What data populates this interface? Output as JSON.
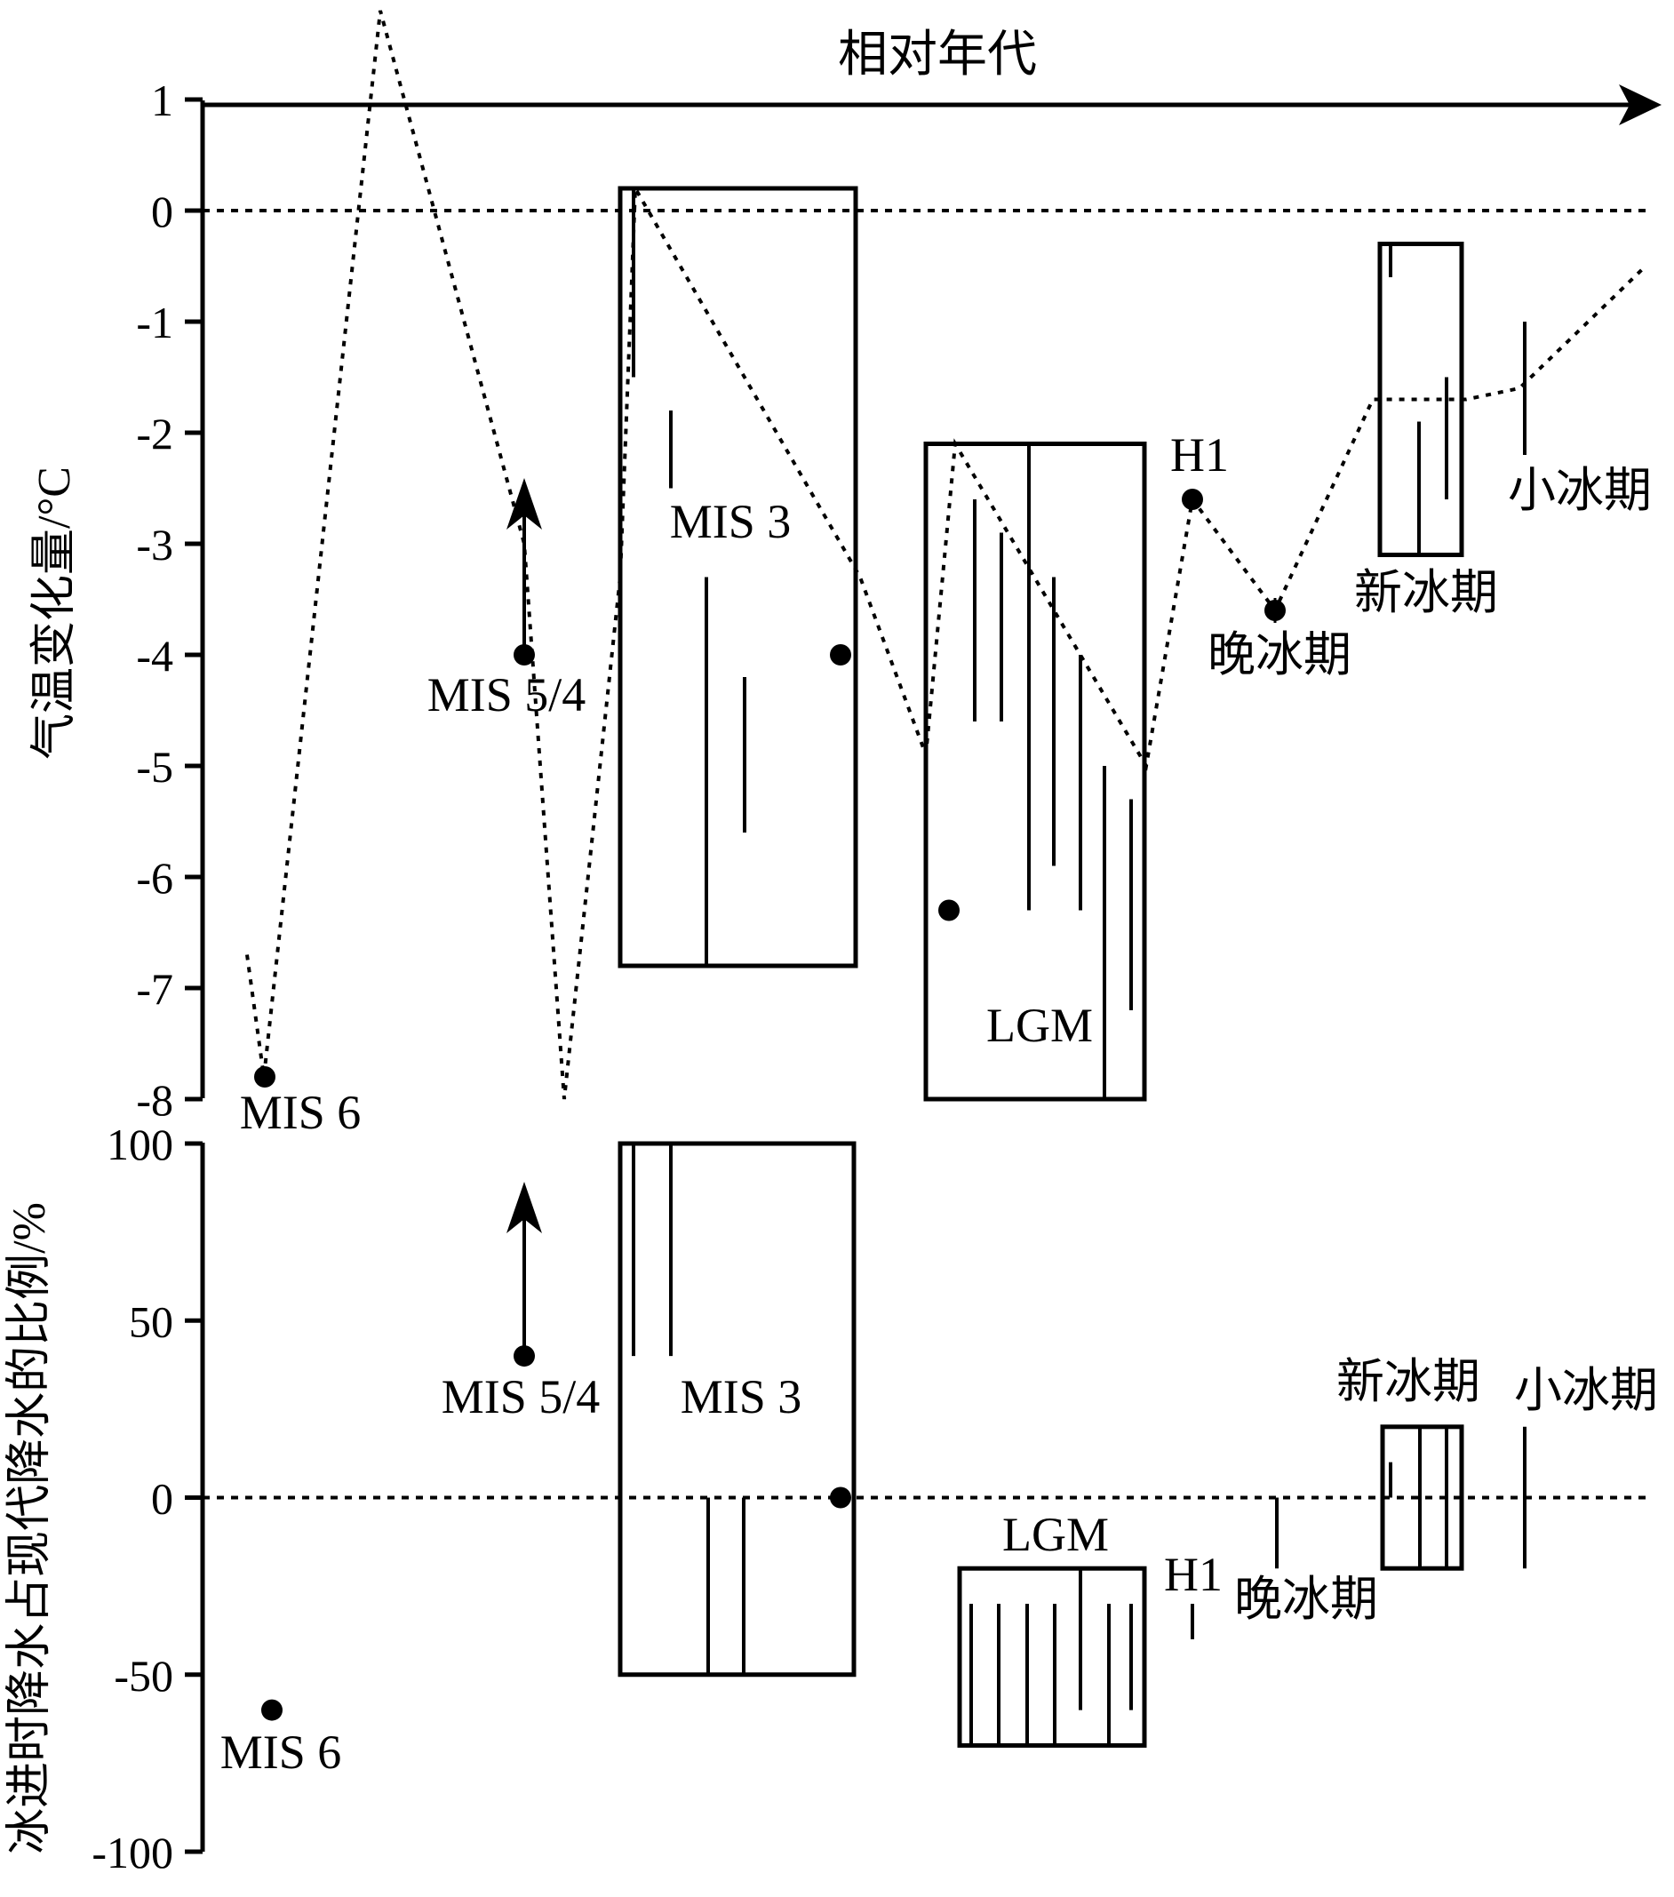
{
  "chart_data": [
    {
      "type": "range",
      "title": "相对年代",
      "xlabel": "相对年代",
      "ylabel": "气温变化量/°C",
      "ylim": [
        -8,
        1
      ],
      "yticks": [
        "1",
        "0",
        "-1",
        "-2",
        "-3",
        "-4",
        "-5",
        "-6",
        "-7",
        "-8"
      ],
      "reference_line": 0,
      "periods": [
        {
          "name": "MIS 6",
          "points": [
            -7.8
          ]
        },
        {
          "name": "MIS 5/4",
          "points": [
            -4
          ],
          "note": "arrow pointing up"
        },
        {
          "name": "MIS 3",
          "range": [
            -6.8,
            0.2
          ],
          "estimates": [
            [
              -1.5,
              0.2
            ],
            [
              -2.5,
              -1.8
            ],
            [
              -6.8,
              -3.3
            ],
            [
              -5.6,
              -4.2
            ]
          ],
          "points": [
            -4
          ]
        },
        {
          "name": "LGM",
          "range": [
            -8,
            -2.1
          ],
          "estimates": [
            [
              -4.6,
              -2.6
            ],
            [
              -4.6,
              -2.9
            ],
            [
              -6.3,
              -2.1
            ],
            [
              -5.9,
              -3.3
            ],
            [
              -6.3,
              -4.0
            ],
            [
              -8,
              -5.0
            ],
            [
              -7.2,
              -5.3
            ]
          ],
          "points": [
            -6.3
          ]
        },
        {
          "name": "H1",
          "points": [
            -2.6
          ]
        },
        {
          "name": "晚冰期",
          "points": [
            -3.6
          ]
        },
        {
          "name": "新冰期",
          "range": [
            -3.1,
            -0.3
          ],
          "estimates": [
            [
              -0.6,
              -0.3
            ],
            [
              -3.1,
              -1.9
            ],
            [
              -2.6,
              -1.5
            ]
          ]
        },
        {
          "name": "小冰期",
          "estimates": [
            [
              -2.2,
              -1.0
            ]
          ]
        }
      ],
      "dotted_curve": [
        -6.7,
        -7.8,
        1.8,
        -3.0,
        -8.0,
        -3.3,
        0.2,
        -3.3,
        -4.9,
        -2.1,
        -5.0,
        -2.6,
        -3.6,
        -1.7,
        -1.7,
        -1.6,
        -0.5
      ]
    },
    {
      "type": "range",
      "ylabel": "冰进时降水占现代降水的比例/%",
      "ylim": [
        -100,
        100
      ],
      "yticks": [
        "100",
        "50",
        "0",
        "-50",
        "-100"
      ],
      "reference_line": 0,
      "periods": [
        {
          "name": "MIS 6",
          "points": [
            -60
          ]
        },
        {
          "name": "MIS 5/4",
          "points": [
            40
          ],
          "note": "arrow pointing up"
        },
        {
          "name": "MIS 3",
          "range": [
            -50,
            100
          ],
          "estimates": [
            [
              40,
              100
            ],
            [
              40,
              100
            ],
            [
              -50,
              0
            ],
            [
              -50,
              0
            ]
          ],
          "points": [
            0
          ]
        },
        {
          "name": "LGM",
          "range": [
            -70,
            -20
          ],
          "estimates": [
            [
              -70,
              -30
            ],
            [
              -70,
              -30
            ],
            [
              -70,
              -30
            ],
            [
              -70,
              -30
            ],
            [
              -60,
              -20
            ],
            [
              -70,
              -30
            ],
            [
              -60,
              -30
            ]
          ]
        },
        {
          "name": "H1",
          "estimates": [
            [
              -40,
              -30
            ]
          ]
        },
        {
          "name": "晚冰期",
          "estimates": [
            [
              -20,
              0
            ]
          ]
        },
        {
          "name": "新冰期",
          "range": [
            -20,
            20
          ],
          "estimates": [
            [
              0,
              10
            ],
            [
              -20,
              20
            ],
            [
              -20,
              20
            ]
          ]
        },
        {
          "name": "小冰期",
          "estimates": [
            [
              -20,
              20
            ]
          ]
        }
      ]
    }
  ]
}
